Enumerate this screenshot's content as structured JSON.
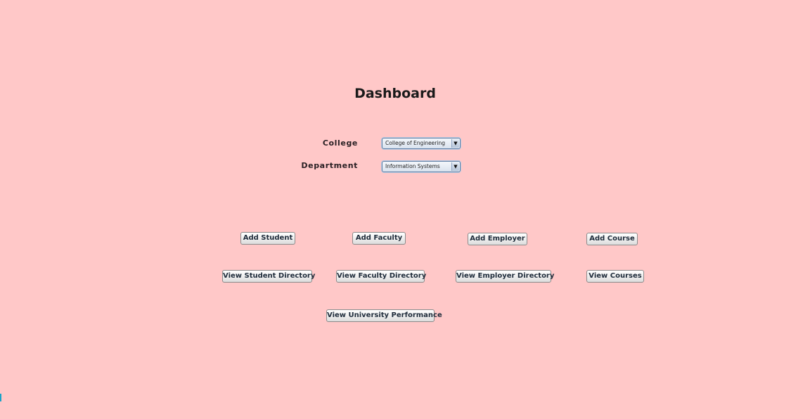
{
  "page": {
    "title": "Dashboard"
  },
  "form": {
    "college_label": "College",
    "college_value": "College of Engineering",
    "department_label": "Department",
    "department_value": "Information Systems"
  },
  "buttons": {
    "add_student": "Add Student",
    "add_faculty": "Add Faculty",
    "add_employer": "Add Employer",
    "add_course": "Add Course",
    "view_student_directory": "View Student Directory",
    "view_faculty_directory": "View Faculty Directory",
    "view_employer_directory": "View Employer Directory",
    "view_courses": "View Courses",
    "view_university_performance": "View University Performance"
  },
  "icons": {
    "dropdown": "chevron-down-icon"
  },
  "colors": {
    "background": "#ffc8c8",
    "combo_border": "#5f7fa6"
  }
}
